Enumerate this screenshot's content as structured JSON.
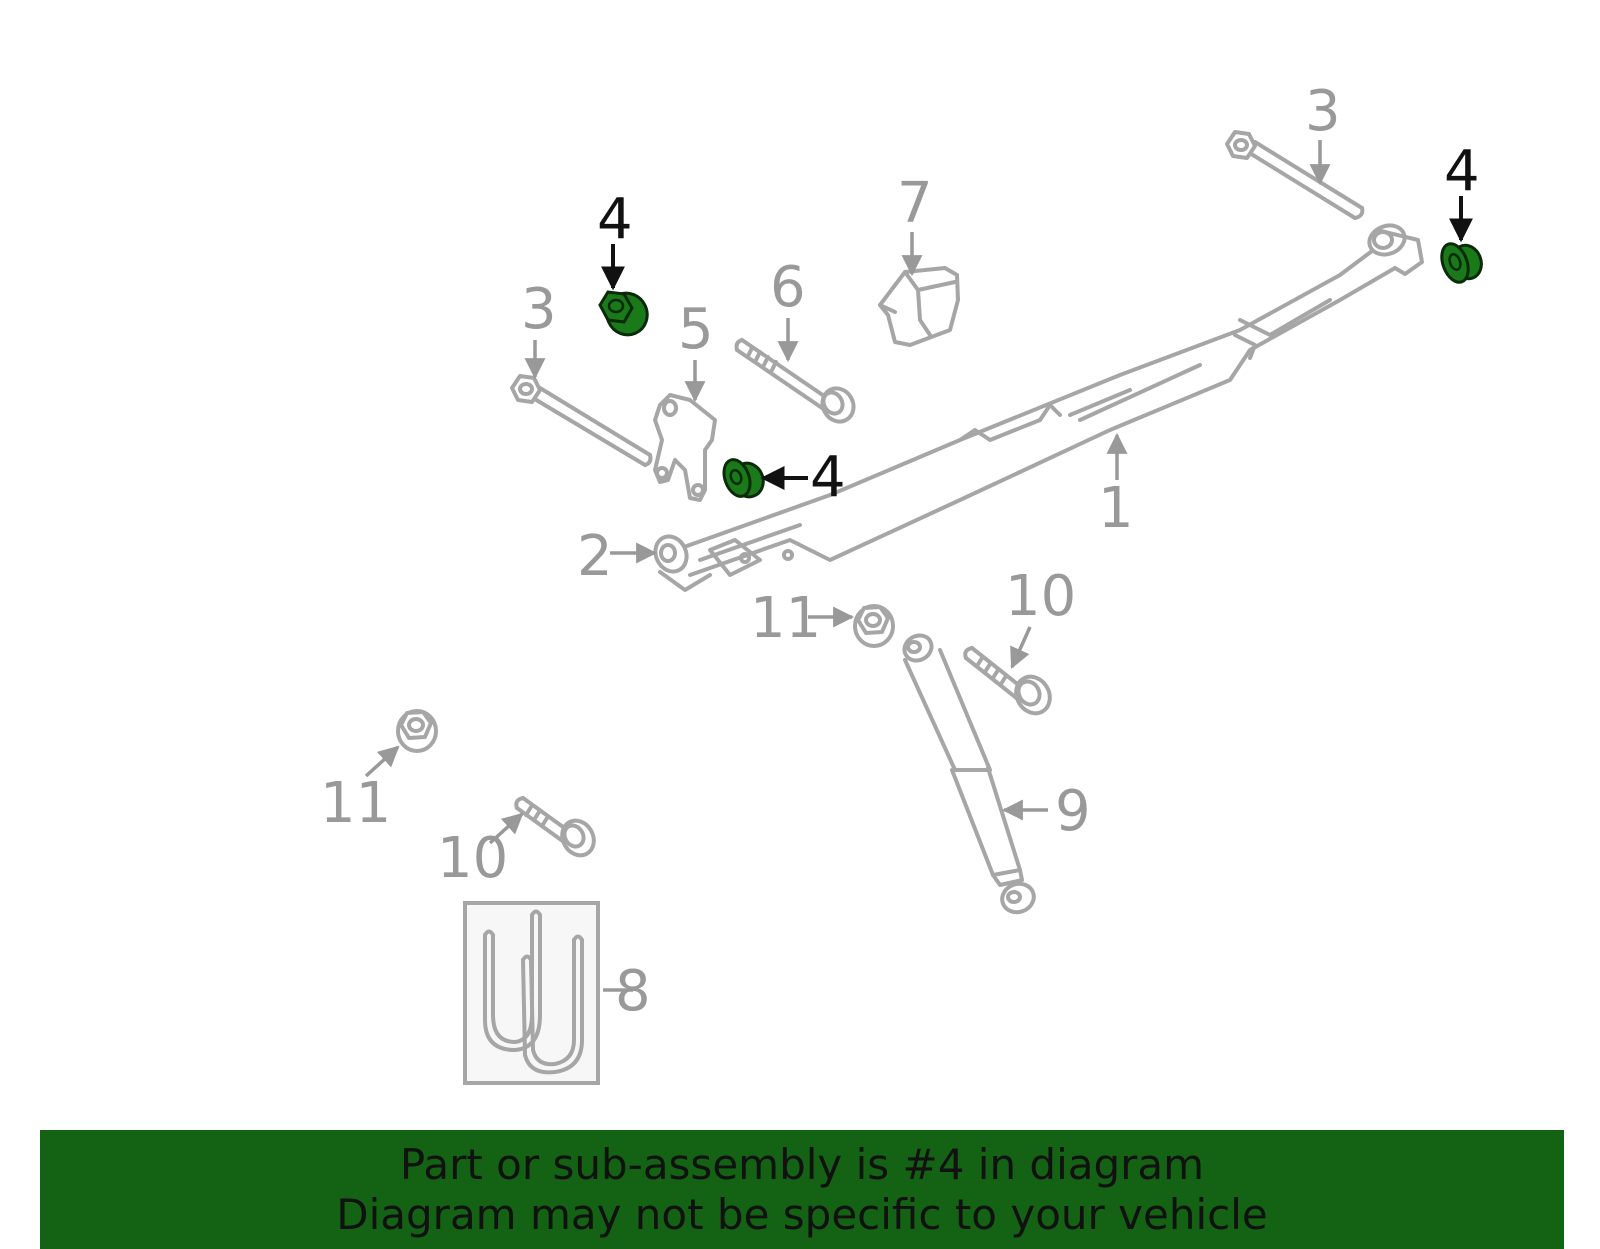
{
  "callouts": {
    "c1": "1",
    "c2": "2",
    "c3_left": "3",
    "c3_right": "3",
    "c4_top_left": "4",
    "c4_middle": "4",
    "c4_right": "4",
    "c5": "5",
    "c6": "6",
    "c7": "7",
    "c8": "8",
    "c9": "9",
    "c10_right": "10",
    "c10_left": "10",
    "c11_middle": "11",
    "c11_left": "11"
  },
  "banner": {
    "line1": "Part or sub-assembly is #4 in diagram",
    "line2": "Diagram may not be specific to your vehicle"
  },
  "colors": {
    "highlight": "#1a7a1a",
    "banner": "#146314",
    "part_stroke": "#a6a6a6"
  }
}
